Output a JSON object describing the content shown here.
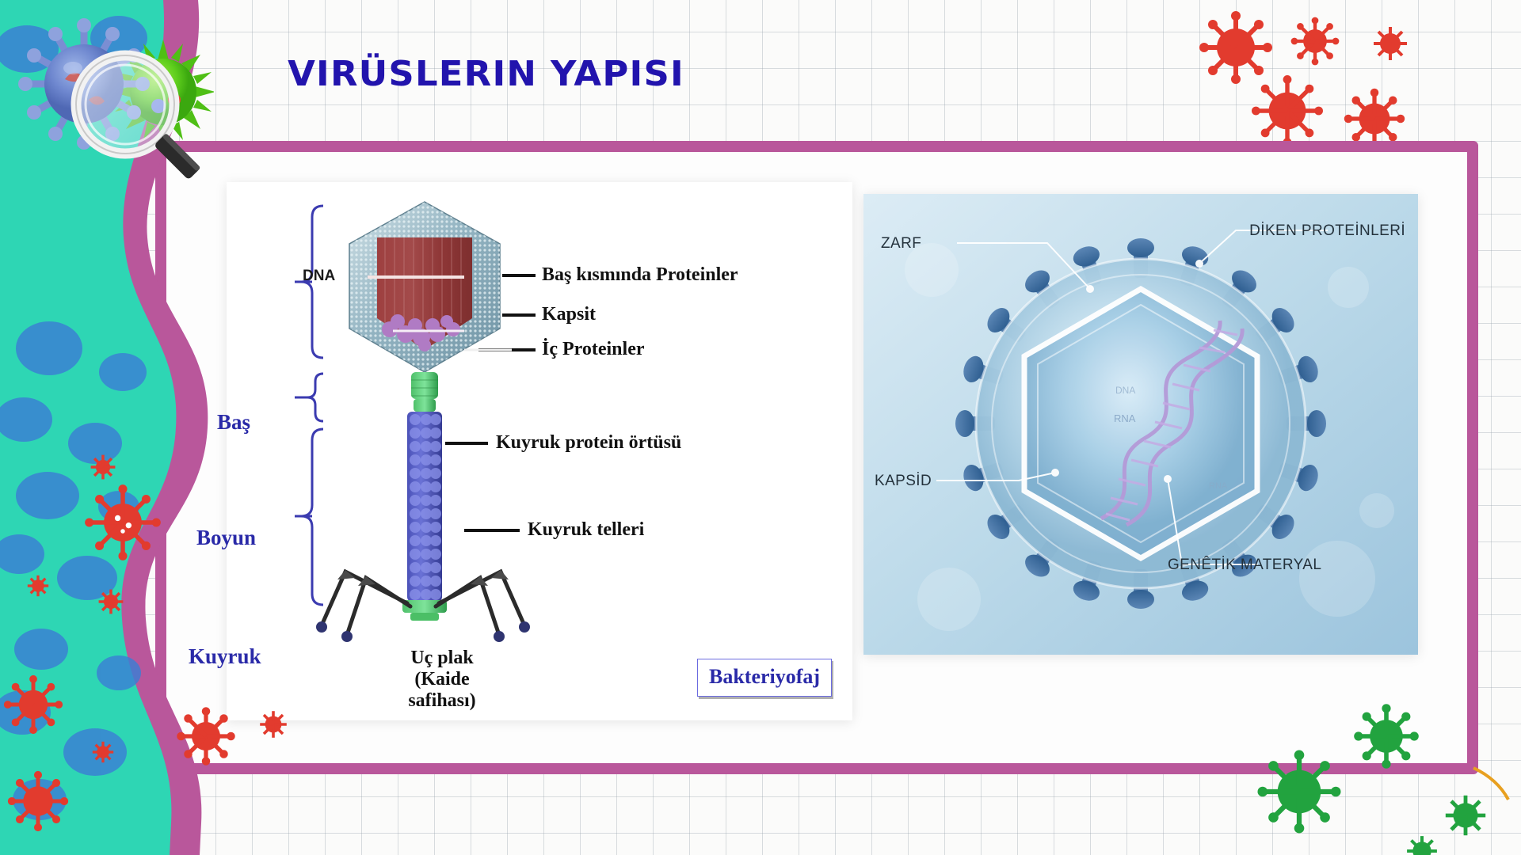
{
  "slide": {
    "title_main": "VIRÜSLERIN YAP",
    "title_tail": "ISI",
    "title_full": "VIRÜSLERIN YAPISI",
    "title_color": "#2214ad",
    "frame_color": "#b9579b",
    "background": "grid-paper",
    "deco_teal": "#2ed6b4",
    "deco_magenta": "#b9579b"
  },
  "phage": {
    "caption": "Bakteriyofaj",
    "bracket_labels": [
      {
        "id": "bas",
        "text": "Baş"
      },
      {
        "id": "boyun",
        "text": "Boyun"
      },
      {
        "id": "kuyruk",
        "text": "Kuyruk"
      }
    ],
    "left_labels": [
      {
        "id": "dna",
        "text": "DNA"
      }
    ],
    "right_labels": [
      {
        "id": "bas-kisminda-proteinler",
        "text": "Baş kısmında Proteinler"
      },
      {
        "id": "kapsit",
        "text": "Kapsit"
      },
      {
        "id": "ic-proteinler",
        "text": "İç Proteinler"
      },
      {
        "id": "kuyruk-protein-ortusu",
        "text": "Kuyruk protein örtüsü"
      },
      {
        "id": "kuyruk-telleri",
        "text": "Kuyruk telleri"
      }
    ],
    "bottom_label": {
      "line1": "Uç plak",
      "line2": "(Kaide",
      "line3": "safihası)"
    }
  },
  "corona": {
    "labels": [
      {
        "id": "zarf",
        "text": "ZARF"
      },
      {
        "id": "diken-proteinleri",
        "text": "DİKEN PROTEİNLERİ"
      },
      {
        "id": "kapsid",
        "text": "KAPSİD"
      },
      {
        "id": "genetik-materyal",
        "text": "GENÊTİK MATERYAL"
      }
    ],
    "inner_text": [
      {
        "id": "dna-faint",
        "text": "DNA"
      },
      {
        "id": "rna-faint",
        "text": "RNA"
      }
    ]
  }
}
